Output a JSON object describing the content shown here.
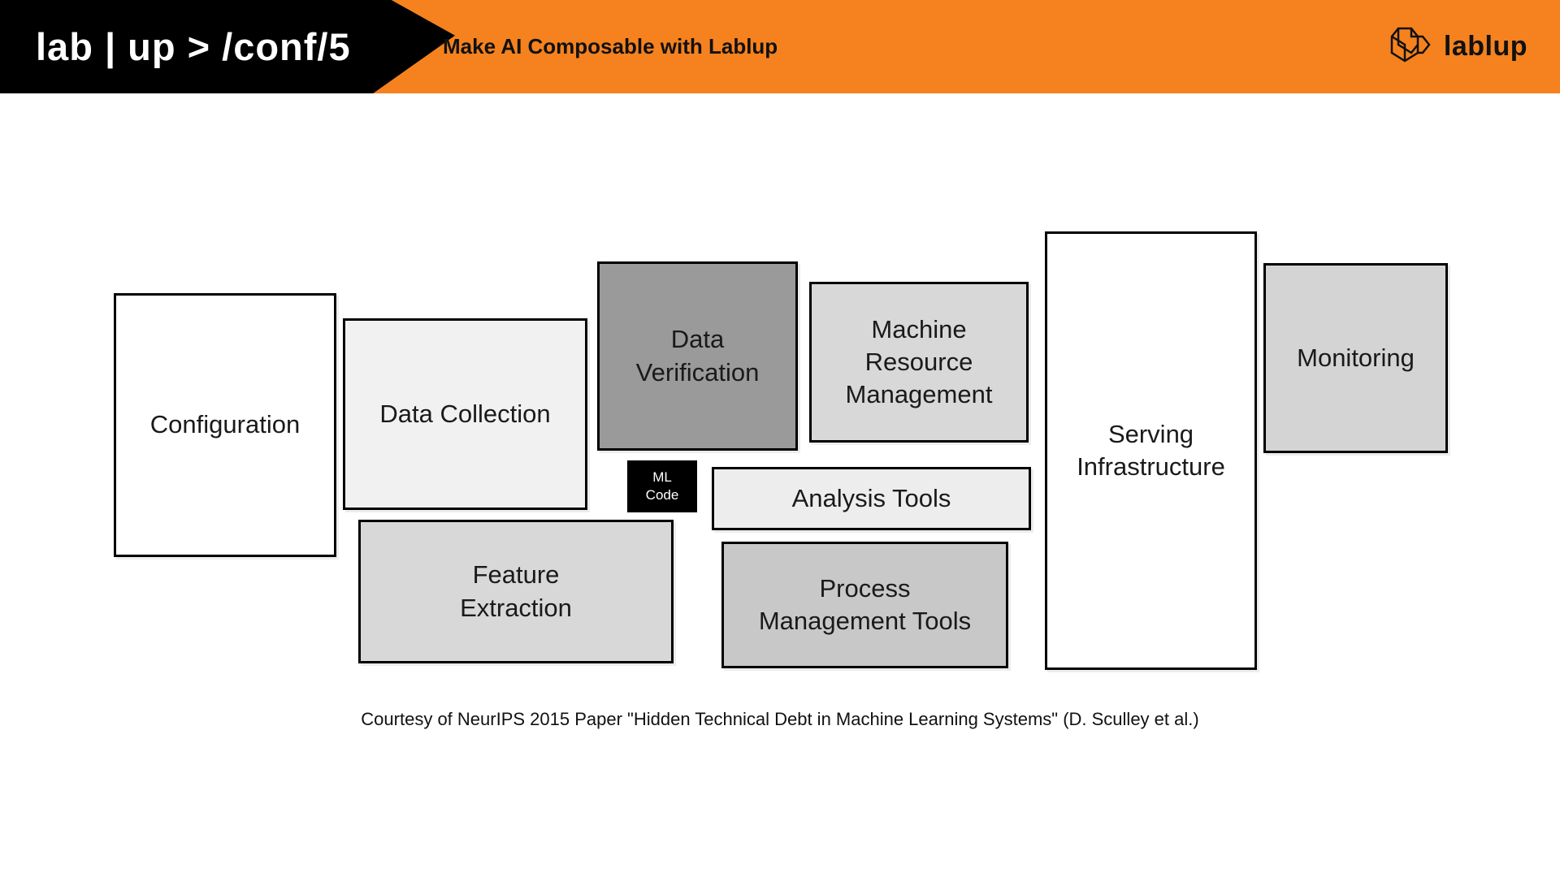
{
  "header": {
    "banner_text": "lab | up > /conf/5",
    "tagline": "Make AI Composable with Lablup",
    "brand": "lablup",
    "colors": {
      "bar": "#f5821f",
      "banner": "#000000",
      "banner_text": "#ffffff",
      "tagline_text": "#111111"
    }
  },
  "diagram": {
    "boxes": [
      {
        "id": "configuration",
        "label": "Configuration",
        "fill": "#ffffff"
      },
      {
        "id": "data-collection",
        "label": "Data Collection",
        "fill": "#f1f1f1"
      },
      {
        "id": "data-verification",
        "label": "Data Verification",
        "fill": "#9a9a9a"
      },
      {
        "id": "ml-code",
        "label": "ML Code",
        "fill": "#000000"
      },
      {
        "id": "machine-resource",
        "label": "Machine Resource Management",
        "fill": "#d8d8d8"
      },
      {
        "id": "analysis-tools",
        "label": "Analysis Tools",
        "fill": "#ededed"
      },
      {
        "id": "feature-extraction",
        "label": "Feature Extraction",
        "fill": "#d8d8d8"
      },
      {
        "id": "process-management",
        "label": "Process Management Tools",
        "fill": "#c8c8c8"
      },
      {
        "id": "serving-infrastructure",
        "label": "Serving Infrastructure",
        "fill": "#ffffff"
      },
      {
        "id": "monitoring",
        "label": "Monitoring",
        "fill": "#d4d4d4"
      }
    ],
    "caption": "Courtesy of NeurIPS 2015 Paper \"Hidden Technical Debt in Machine Learning Systems\" (D. Sculley et al.)"
  }
}
